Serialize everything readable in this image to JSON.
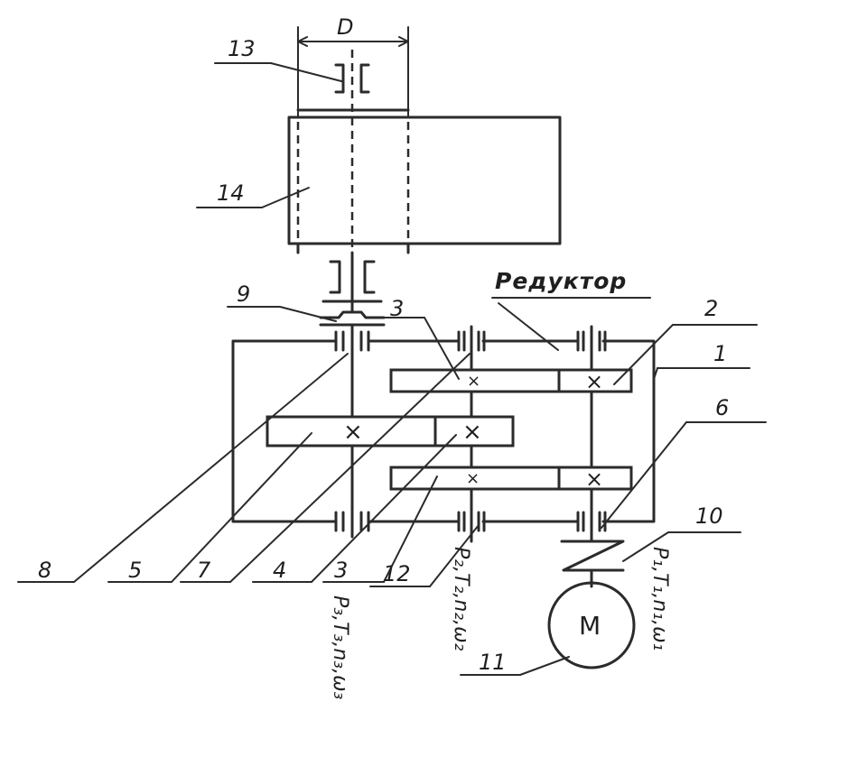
{
  "diagram": {
    "title": "Редуктор",
    "dimension_label": "D",
    "motor_label": "M",
    "labels": {
      "n1": "1",
      "n2": "2",
      "n3_top": "3",
      "n3_bottom": "3",
      "n4": "4",
      "n5": "5",
      "n6": "6",
      "n7": "7",
      "n8": "8",
      "n9": "9",
      "n10": "10",
      "n11": "11",
      "n12": "12",
      "n13": "13",
      "n14": "14"
    },
    "shaft_params": {
      "shaft1": "P₁,T₁,n₁,ω₁",
      "shaft2": "P₂,T₂,n₂,ω₂",
      "shaft3": "P₃,T₃,n₃,ω₃"
    }
  }
}
